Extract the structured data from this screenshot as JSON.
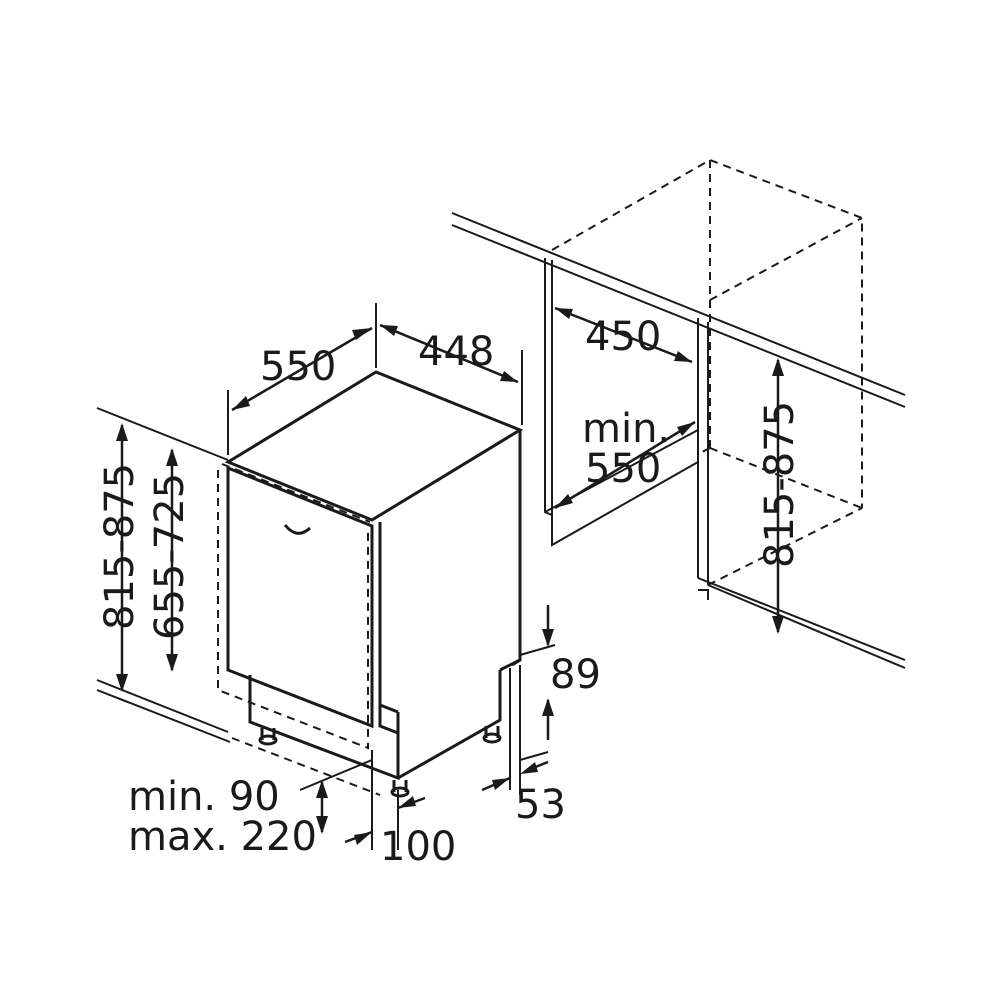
{
  "diagram": {
    "labels": {
      "depth_550": "550",
      "width_448": "448",
      "niche_width_450": "450",
      "niche_depth_min": "min.",
      "niche_depth_550": "550",
      "niche_height": "815-875",
      "height_total": "815-875",
      "height_door": "655-725",
      "plinth_min": "min. 90",
      "plinth_max": "max. 220",
      "plinth_depth_100": "100",
      "dim_89": "89",
      "dim_53": "53"
    },
    "colors": {
      "line": "#1a1a1a",
      "background": "#ffffff"
    }
  }
}
